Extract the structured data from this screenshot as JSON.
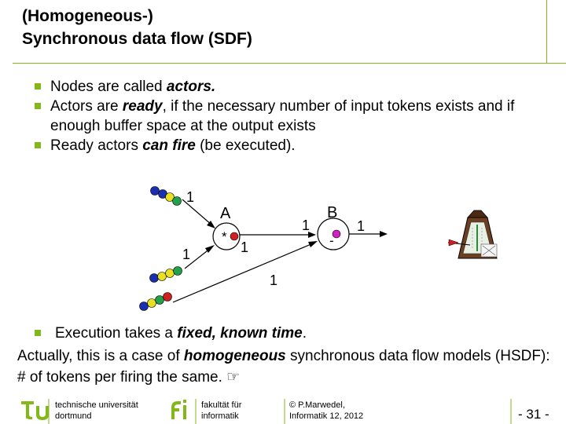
{
  "title": {
    "line1": "(Homogeneous-)",
    "line2": "Synchronous data flow (SDF)"
  },
  "bullets": [
    {
      "a": "Nodes are called ",
      "b": "actors.",
      "c": ""
    },
    {
      "a": "Actors are ",
      "b": "ready",
      "c": ", if the necessary number of input tokens exists and if enough buffer space at the output exists"
    },
    {
      "a": "Ready actors ",
      "b": "can fire",
      "c": " (be executed)."
    }
  ],
  "diagram": {
    "actor_a": "A",
    "actor_a_symbol": "*",
    "actor_b": "B",
    "actor_b_symbol": "-",
    "rate_in_top": "1",
    "rate_in_left": "1",
    "rate_a_out": "1",
    "rate_b_in_top": "1",
    "rate_b_out": "1",
    "rate_bottom": "1"
  },
  "execution": {
    "a": "Execution takes a ",
    "b": "fixed, known time",
    "c": "."
  },
  "paragraph": {
    "a": "Actually, this is a case of ",
    "b": "homogeneous",
    "c": " synchronous data flow models (HSDF): # of tokens per firing the same. ",
    "hand": "☞"
  },
  "footer": {
    "university_line1": "technische universität",
    "university_line2": "dortmund",
    "faculty_line1": "fakultät für",
    "faculty_line2": "informatik",
    "author_line1": "© P.Marwedel,",
    "author_line2": "Informatik 12,  2012",
    "page": "- 31 -"
  },
  "colors": {
    "accent_green": "#84b81a",
    "logo_gray": "#8a8a8a",
    "token_blue": "#1a2fb0",
    "token_yellow": "#e8e020",
    "token_green": "#22a04a",
    "token_red": "#d02020",
    "token_magenta": "#d020c0"
  }
}
